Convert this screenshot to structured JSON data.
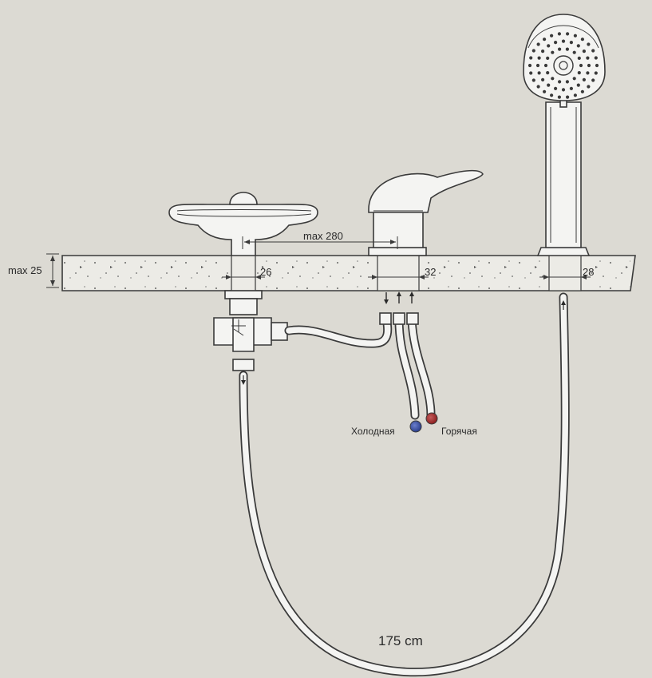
{
  "dimensions": {
    "countertop_max": "max 25",
    "spacing_max": "max 280",
    "hole_drain": "26",
    "hole_mixer": "32",
    "hole_shower": "28",
    "hose_length": "175 cm"
  },
  "water_labels": {
    "cold": "Холодная",
    "hot": "Горячая"
  },
  "colors": {
    "background": "#dcdad3",
    "line": "#3a3a3a",
    "cold_connector": "#2b3f8c",
    "hot_connector": "#8c1f1f"
  },
  "icons": [
    "arrow-down-icon",
    "arrow-up-icon"
  ]
}
